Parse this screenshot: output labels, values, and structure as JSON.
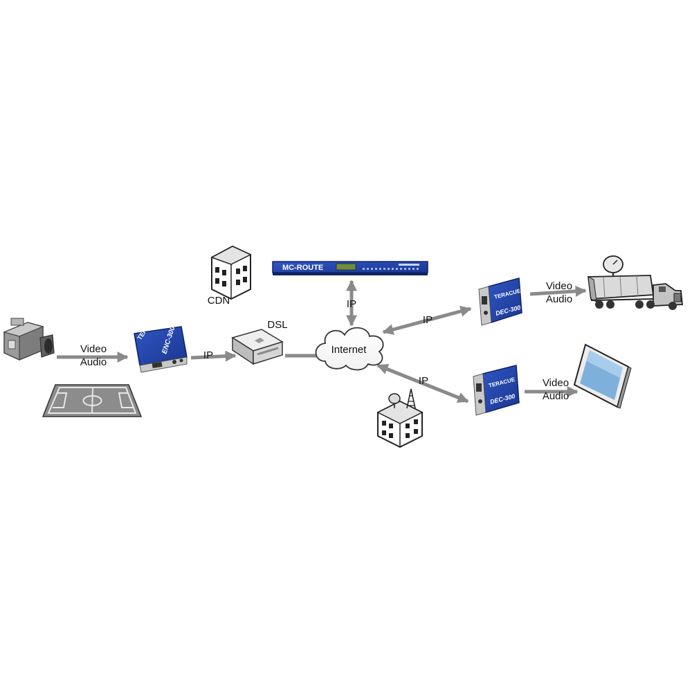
{
  "labels": {
    "cdn": "CDN",
    "dsl": "DSL",
    "internet": "Internet",
    "ip_router_internet": "IP",
    "ip_enc_dsl": "IP",
    "ip_internet_dec_top": "IP",
    "ip_internet_dec_bottom": "IP",
    "video": "Video",
    "audio": "Audio"
  },
  "devices": {
    "router": "MC-ROUTE",
    "encoder_brand": "TERACUE",
    "encoder_model": "ENC-300",
    "decoder_brand": "TERACUE",
    "decoder_model": "DEC-300"
  },
  "colors": {
    "device_blue": "#1c3c9e",
    "device_blue_dark": "#0e2366",
    "arrow_gray": "#8a8a8a"
  },
  "icons": {
    "camera": "video-camera-icon",
    "field": "soccer-field-icon",
    "cdn": "server-building-icon",
    "dsl": "dsl-modem-icon",
    "internet": "cloud-icon",
    "broadcast": "broadcast-station-icon",
    "truck": "satellite-truck-icon",
    "monitor": "flat-screen-monitor-icon"
  }
}
